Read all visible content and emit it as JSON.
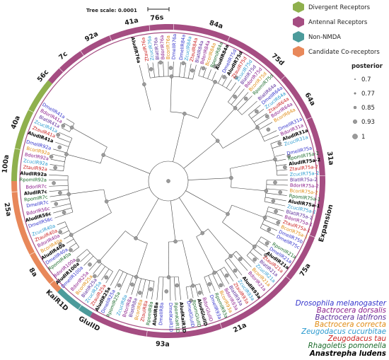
{
  "scale_label": "Tree scale: 0.0001",
  "legend": [
    {
      "label": "Divergent Receptors",
      "color": "#8fb04d"
    },
    {
      "label": "Antennal Receptors",
      "color": "#a54d82"
    },
    {
      "label": "Non-NMDA",
      "color": "#4c9b9b"
    },
    {
      "label": "Candidate Co-receptors",
      "color": "#e8885a"
    }
  ],
  "posterior": {
    "title": "posterior",
    "values": [
      "0.7",
      "0.77",
      "0.85",
      "0.93",
      "1"
    ]
  },
  "species": [
    {
      "name": "Drosophila melanogaster",
      "color": "#3333cc"
    },
    {
      "name": "Bactrocera dorsalis",
      "color": "#8a1a8a"
    },
    {
      "name": "Bactrocera latifrons",
      "color": "#5a2a9a"
    },
    {
      "name": "Bactrocera correcta",
      "color": "#e08a10"
    },
    {
      "name": "Zeugodacus cucurbitae",
      "color": "#2a9acf"
    },
    {
      "name": "Zeugodacus tau",
      "color": "#cc2222"
    },
    {
      "name": "Rhagoletis pomonella",
      "color": "#1a6a2a"
    },
    {
      "name": "Anastrepha ludens",
      "color": "#000000"
    }
  ],
  "colors": {
    "divergent": "#8fb04d",
    "antennal": "#a54d82",
    "nonnmda": "#4c9b9b",
    "coreceptor": "#e8885a"
  },
  "ring_segments": [
    {
      "from": -90,
      "to": -50,
      "category": "divergent"
    },
    {
      "from": -50,
      "to": 210,
      "category": "antennal"
    },
    {
      "from": 210,
      "to": 225,
      "category": "nonnmda"
    },
    {
      "from": 225,
      "to": 270,
      "category": "coreceptor"
    }
  ],
  "clades": [
    {
      "label": "76s",
      "angle": -4
    },
    {
      "label": "84a",
      "angle": 17
    },
    {
      "label": "75d",
      "angle": 42
    },
    {
      "label": "64a",
      "angle": 60
    },
    {
      "label": "31a",
      "angle": 82
    },
    {
      "label": "Expansion",
      "angle": 105
    },
    {
      "label": "75a",
      "angle": 123
    },
    {
      "label": "21a",
      "angle": 154
    },
    {
      "label": "93a",
      "angle": 182
    },
    {
      "label": "GluIID",
      "angle": 209
    },
    {
      "label": "KaiR1D",
      "angle": 223
    },
    {
      "label": "8a",
      "angle": 236
    },
    {
      "label": "25a",
      "angle": 260
    },
    {
      "label": "100a",
      "angle": 276
    },
    {
      "label": "40a",
      "angle": 291
    },
    {
      "label": "56c",
      "angle": 310
    },
    {
      "label": "7c",
      "angle": 320
    },
    {
      "label": "92a",
      "angle": 332
    },
    {
      "label": "41a",
      "angle": 347
    }
  ],
  "tips": [
    {
      "label": "ZtauIR76a",
      "sp": 5,
      "a": -10
    },
    {
      "label": "ZcucIR76a",
      "sp": 4,
      "a": -7.5
    },
    {
      "label": "BlatIR76a",
      "sp": 2,
      "a": -5
    },
    {
      "label": "BdorIR76a",
      "sp": 1,
      "a": -2.5
    },
    {
      "label": "BcorIR76a",
      "sp": 3,
      "a": 0
    },
    {
      "label": "DmelIR76a",
      "sp": 0,
      "a": 2.5
    },
    {
      "label": "DmelIR84a",
      "sp": 0,
      "a": 6
    },
    {
      "label": "ZcucIR84a",
      "sp": 4,
      "a": 8.5
    },
    {
      "label": "ZtauIR84a",
      "sp": 5,
      "a": 11
    },
    {
      "label": "BlatIR84a",
      "sp": 2,
      "a": 13.5
    },
    {
      "label": "BdorIR84a",
      "sp": 1,
      "a": 16
    },
    {
      "label": "BcorIR84a",
      "sp": 3,
      "a": 18.5
    },
    {
      "label": "RpomIR84a",
      "sp": 6,
      "a": 21
    },
    {
      "label": "AludIR84a",
      "sp": 7,
      "a": 23.5
    },
    {
      "label": "DmelIR75d",
      "sp": 0,
      "a": 27
    },
    {
      "label": "AludIR75d",
      "sp": 7,
      "a": 29.5
    },
    {
      "label": "ZtauIR75d",
      "sp": 5,
      "a": 32
    },
    {
      "label": "ZcucIR75d",
      "sp": 4,
      "a": 34.5
    },
    {
      "label": "BlatIR75d",
      "sp": 2,
      "a": 37
    },
    {
      "label": "BdorIR75d",
      "sp": 1,
      "a": 39.5
    },
    {
      "label": "BcorIR75d",
      "sp": 3,
      "a": 42
    },
    {
      "label": "RpomIR75d",
      "sp": 6,
      "a": 44.5
    },
    {
      "label": "BlatIR64a",
      "sp": 2,
      "a": 48
    },
    {
      "label": "DmelIR64a",
      "sp": 0,
      "a": 50.5
    },
    {
      "label": "ZcucIR64a",
      "sp": 4,
      "a": 53
    },
    {
      "label": "ZtauIR64a",
      "sp": 5,
      "a": 55.5
    },
    {
      "label": "BdorIR64a",
      "sp": 1,
      "a": 58
    },
    {
      "label": "BcorIR64a",
      "sp": 3,
      "a": 60.5
    },
    {
      "label": "DmelIR31a",
      "sp": 0,
      "a": 65
    },
    {
      "label": "BdorIR31a",
      "sp": 1,
      "a": 67.5
    },
    {
      "label": "AludIR31a",
      "sp": 7,
      "a": 70
    },
    {
      "label": "ZcucIR31a",
      "sp": 4,
      "a": 72.5
    },
    {
      "label": "DmelIR75a",
      "sp": 0,
      "a": 77
    },
    {
      "label": "RpomIR75a-2",
      "sp": 6,
      "a": 79.5
    },
    {
      "label": "AludIR75a-2",
      "sp": 7,
      "a": 82
    },
    {
      "label": "ZtauIR75a-2",
      "sp": 5,
      "a": 84.5
    },
    {
      "label": "ZcucIR75a-2",
      "sp": 4,
      "a": 87
    },
    {
      "label": "BlatIR75a-2",
      "sp": 2,
      "a": 89.5
    },
    {
      "label": "BdorIR75a-2",
      "sp": 1,
      "a": 92
    },
    {
      "label": "BcorIR75a-2",
      "sp": 3,
      "a": 94.5
    },
    {
      "label": "RpomIR75a-1",
      "sp": 6,
      "a": 97
    },
    {
      "label": "AludIR75a-1",
      "sp": 7,
      "a": 99.5
    },
    {
      "label": "ZcucIR75a-1",
      "sp": 4,
      "a": 102
    },
    {
      "label": "BlatIR75a-1",
      "sp": 2,
      "a": 104.5
    },
    {
      "label": "BdorIR75a-1",
      "sp": 1,
      "a": 107
    },
    {
      "label": "ZtauIR75a-1",
      "sp": 5,
      "a": 109.5
    },
    {
      "label": "BcorIR75a-1",
      "sp": 3,
      "a": 112
    },
    {
      "label": "DmelIR75b",
      "sp": 0,
      "a": 114.5
    },
    {
      "label": "DmelIR75c",
      "sp": 0,
      "a": 117
    },
    {
      "label": "RpomIR21a",
      "sp": 6,
      "a": 121
    },
    {
      "label": "DmelIR21a",
      "sp": 0,
      "a": 123.5
    },
    {
      "label": "AludIR21a",
      "sp": 7,
      "a": 126
    },
    {
      "label": "ZtauIR21a",
      "sp": 5,
      "a": 128.5
    },
    {
      "label": "BlatIR21a",
      "sp": 2,
      "a": 131
    },
    {
      "label": "ZcucIR21a",
      "sp": 4,
      "a": 133.5
    },
    {
      "label": "BcorIR21a",
      "sp": 3,
      "a": 136
    },
    {
      "label": "BdorIR21a",
      "sp": 1,
      "a": 138.5
    },
    {
      "label": "AludIR93a",
      "sp": 7,
      "a": 142
    },
    {
      "label": "ZcucIR93a",
      "sp": 4,
      "a": 144.5
    },
    {
      "label": "ZtauIR93a",
      "sp": 5,
      "a": 147
    },
    {
      "label": "BlatIR93a",
      "sp": 2,
      "a": 149.5
    },
    {
      "label": "BdorIR93a",
      "sp": 1,
      "a": 152
    },
    {
      "label": "BcorIR93a",
      "sp": 3,
      "a": 154.5
    },
    {
      "label": "RpomIR93a",
      "sp": 6,
      "a": 157
    },
    {
      "label": "DmelIR93a",
      "sp": 0,
      "a": 159.5
    },
    {
      "label": "BdorGluIID",
      "sp": 1,
      "a": 163
    },
    {
      "label": "AludGluIID",
      "sp": 7,
      "a": 165.5
    },
    {
      "label": "RpomGluIID",
      "sp": 6,
      "a": 168
    },
    {
      "label": "DmelGluIID",
      "sp": 0,
      "a": 170.5
    },
    {
      "label": "AludKaiR1D",
      "sp": 7,
      "a": 174
    },
    {
      "label": "RpomKaiR1D",
      "sp": 6,
      "a": 176.5
    },
    {
      "label": "DmelKaiR1D",
      "sp": 0,
      "a": 179
    },
    {
      "label": "DmelIR8a",
      "sp": 0,
      "a": 183
    },
    {
      "label": "AludIR8a",
      "sp": 7,
      "a": 185.5
    },
    {
      "label": "RpomIR8a",
      "sp": 6,
      "a": 188
    },
    {
      "label": "ZtauIR8a",
      "sp": 5,
      "a": 190.5
    },
    {
      "label": "BcorIR8a",
      "sp": 3,
      "a": 193
    },
    {
      "label": "BlatIR8a",
      "sp": 2,
      "a": 195.5
    },
    {
      "label": "BdorIR8a",
      "sp": 1,
      "a": 198
    },
    {
      "label": "ZcucIR8a",
      "sp": 4,
      "a": 200.5
    },
    {
      "label": "RpomIR25a",
      "sp": 6,
      "a": 204
    },
    {
      "label": "DmelIR25a",
      "sp": 0,
      "a": 206.5
    },
    {
      "label": "AludIR25a",
      "sp": 7,
      "a": 209
    },
    {
      "label": "ZtauIR25a",
      "sp": 5,
      "a": 211.5
    },
    {
      "label": "ZcucIR25a",
      "sp": 4,
      "a": 214
    },
    {
      "label": "BlatIR25a",
      "sp": 2,
      "a": 216.5
    },
    {
      "label": "BcorIR25a",
      "sp": 3,
      "a": 219
    },
    {
      "label": "BdorIR25a",
      "sp": 1,
      "a": 221.5
    },
    {
      "label": "DmelIR100a",
      "sp": 0,
      "a": 225
    },
    {
      "label": "AludIR100a",
      "sp": 7,
      "a": 227.5
    },
    {
      "label": "BdorIR100a",
      "sp": 1,
      "a": 230
    },
    {
      "label": "RpomIR40a",
      "sp": 6,
      "a": 233.5
    },
    {
      "label": "DmelIR40a",
      "sp": 0,
      "a": 236
    },
    {
      "label": "AludIR40a",
      "sp": 7,
      "a": 238.5
    },
    {
      "label": "BcorIR40a",
      "sp": 3,
      "a": 241
    },
    {
      "label": "BdorIR40a",
      "sp": 1,
      "a": 243.5
    },
    {
      "label": "ZtauIR40a",
      "sp": 5,
      "a": 246
    },
    {
      "label": "ZcucIR40a",
      "sp": 4,
      "a": 248.5
    },
    {
      "label": "DmelIR56c",
      "sp": 0,
      "a": 252
    },
    {
      "label": "AludIR56c",
      "sp": 7,
      "a": 254.5
    },
    {
      "label": "BdorIR56c",
      "sp": 1,
      "a": 257
    },
    {
      "label": "DmelIR7c",
      "sp": 0,
      "a": 260
    },
    {
      "label": "RpomIR7c",
      "sp": 6,
      "a": 262.5
    },
    {
      "label": "AludIR7c",
      "sp": 7,
      "a": 265
    },
    {
      "label": "BdorIR7c",
      "sp": 1,
      "a": 267.5
    },
    {
      "label": "RpomIR92a",
      "sp": 6,
      "a": 270.5
    },
    {
      "label": "AludIR92a",
      "sp": 7,
      "a": 273
    },
    {
      "label": "ZtauIR92a",
      "sp": 5,
      "a": 275.5
    },
    {
      "label": "ZcucIR92a",
      "sp": 4,
      "a": 278
    },
    {
      "label": "BdorIR92a",
      "sp": 1,
      "a": 280.5
    },
    {
      "label": "BcorIR92a",
      "sp": 3,
      "a": 283
    },
    {
      "label": "DmelIR92a",
      "sp": 0,
      "a": 285.5
    },
    {
      "label": "AludIR41a",
      "sp": 7,
      "a": 289
    },
    {
      "label": "ZtauIR41a",
      "sp": 5,
      "a": 291.5
    },
    {
      "label": "ZcucIR41a",
      "sp": 4,
      "a": 294
    },
    {
      "label": "BlatIR41a",
      "sp": 2,
      "a": 296.5
    },
    {
      "label": "BdorIR41a",
      "sp": 1,
      "a": 299
    },
    {
      "label": "DmelIR41a",
      "sp": 0,
      "a": 301.5
    },
    {
      "label": "AludIR76a",
      "sp": 7,
      "a": 346
    }
  ]
}
